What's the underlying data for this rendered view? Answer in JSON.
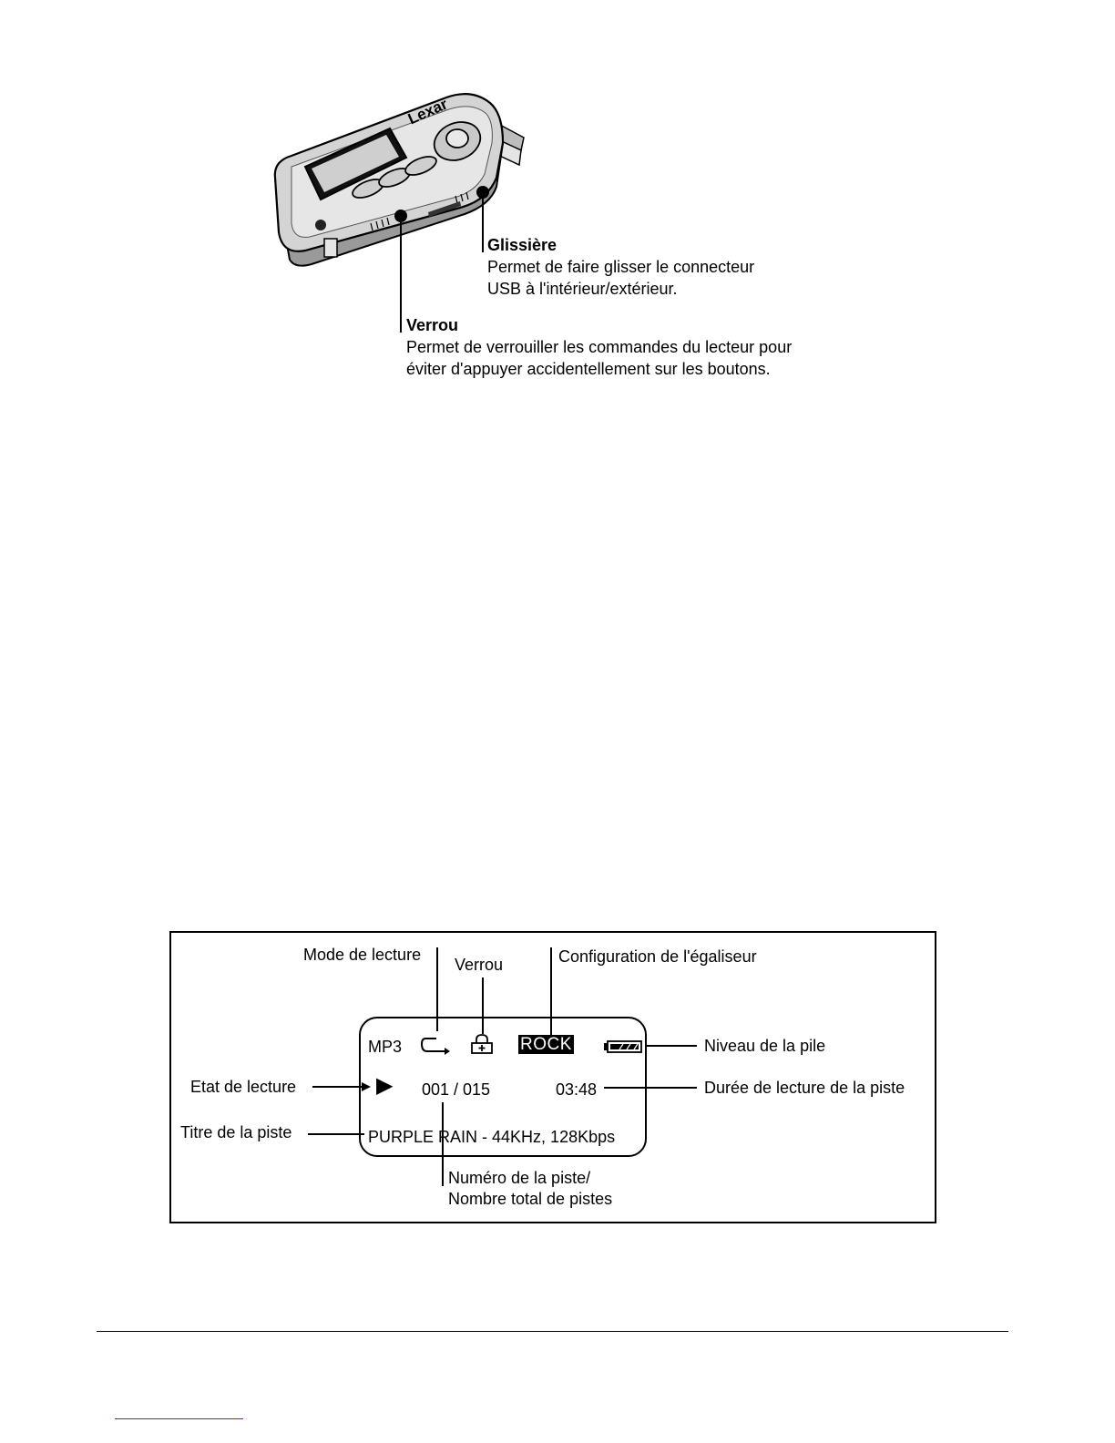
{
  "device": {
    "brand": "Lexar"
  },
  "callouts": {
    "slider": {
      "title": "Glissière",
      "line1": "Permet de faire glisser le connecteur",
      "line2": "USB à l'intérieur/extérieur."
    },
    "lock": {
      "title": "Verrou",
      "line1": "Permet de verrouiller les commandes du lecteur pour",
      "line2": "éviter d'appuyer accidentellement sur les boutons."
    }
  },
  "display": {
    "format": "MP3",
    "eq": "ROCK",
    "play_state": "▶",
    "track_counter": "001 / 015",
    "time": "03:48",
    "track_title": "PURPLE RAIN - 44KHz, 128Kbps",
    "battery_level": 1.0
  },
  "labels": {
    "play_mode": "Mode de lecture",
    "lock": "Verrou",
    "eq_config": "Configuration de l'égaliseur",
    "battery": "Niveau de la pile",
    "play_state": "Etat de lecture",
    "duration": "Durée de lecture de la piste",
    "track_title": "Titre de la piste",
    "track_number_line1": "Numéro de la piste/",
    "track_number_line2": "Nombre total de pistes"
  },
  "colors": {
    "ink": "#000000",
    "device_body": "#d4d4d4",
    "device_shadow": "#9a9a9a",
    "footer_link": "#1f3fd0"
  }
}
